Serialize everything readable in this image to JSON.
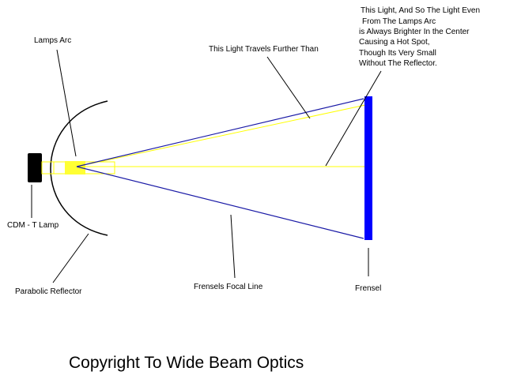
{
  "labels": {
    "lamps_arc": "Lamps Arc",
    "travels_further": "This Light Travels Further Than",
    "note_lines": [
      "This Light, And So The Light Even",
      "From The Lamps Arc",
      "is Always Brighter In the Center",
      "Causing a Hot Spot,",
      "Though Its Very Small",
      "Without The Reflector."
    ],
    "cdm_lamp": "CDM - T Lamp",
    "parabolic_reflector": "Parabolic Reflector",
    "focal_line": "Frensels Focal Line",
    "frensel": "Frensel",
    "copyright": "Copyright To Wide Beam Optics"
  },
  "colors": {
    "focal_line": "#1a1aa6",
    "frensel_lens": "#0000ff",
    "light_ray": "#ffff00",
    "arc": "#ffff33",
    "lamp_body": "#000000"
  }
}
